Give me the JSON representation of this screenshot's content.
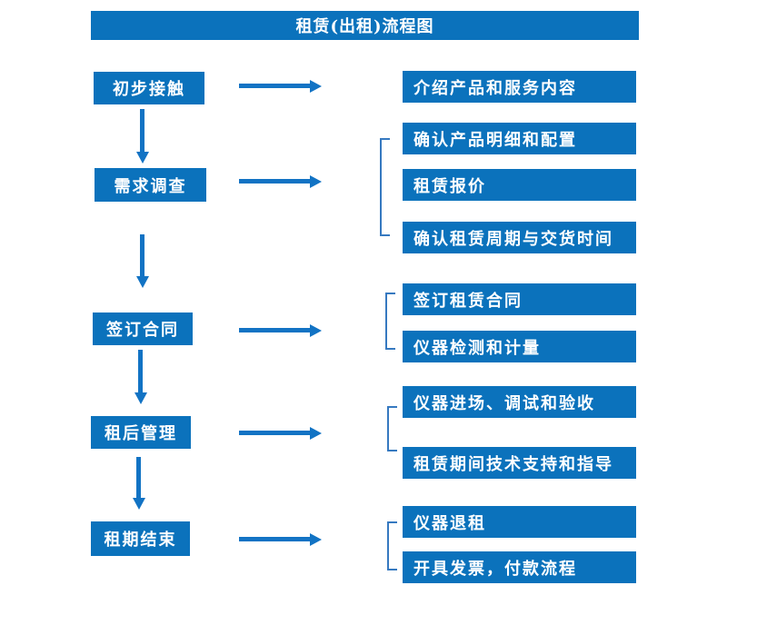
{
  "title": "租赁(出租)流程图",
  "colors": {
    "box_blue": "#0b72bc",
    "arrow_blue": "#1273c4",
    "bracket_blue": "#3679c0",
    "text_white": "#ffffff"
  },
  "steps": [
    {
      "label": "初步接触",
      "details": [
        "介绍产品和服务内容"
      ]
    },
    {
      "label": "需求调查",
      "details": [
        "确认产品明细和配置",
        "租赁报价",
        "确认租赁周期与交货时间"
      ]
    },
    {
      "label": "签订合同",
      "details": [
        "签订租赁合同",
        "仪器检测和计量"
      ]
    },
    {
      "label": "租后管理",
      "details": [
        "仪器进场、调试和验收",
        "租赁期间技术支持和指导"
      ]
    },
    {
      "label": "租期结束",
      "details": [
        "仪器退租",
        "开具发票，付款流程"
      ]
    }
  ]
}
